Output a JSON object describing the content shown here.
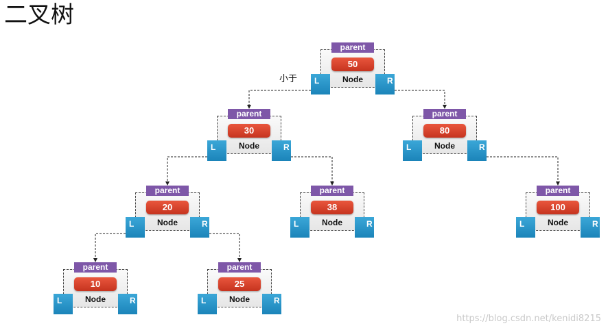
{
  "title": "二叉树",
  "note": "小于",
  "watermark": "https://blog.csdn.net/kenidi8215",
  "node_parent_label": "parent",
  "node_type_label": "Node",
  "left_label": "L",
  "right_label": "R",
  "nodes": [
    {
      "id": "n50",
      "value": "50"
    },
    {
      "id": "n30",
      "value": "30"
    },
    {
      "id": "n80",
      "value": "80"
    },
    {
      "id": "n20",
      "value": "20"
    },
    {
      "id": "n38",
      "value": "38"
    },
    {
      "id": "n100",
      "value": "100"
    },
    {
      "id": "n10",
      "value": "10"
    },
    {
      "id": "n25",
      "value": "25"
    }
  ],
  "edges": [
    {
      "from": "n50",
      "side": "L",
      "to": "n30"
    },
    {
      "from": "n50",
      "side": "R",
      "to": "n80"
    },
    {
      "from": "n30",
      "side": "L",
      "to": "n20"
    },
    {
      "from": "n30",
      "side": "R",
      "to": "n38"
    },
    {
      "from": "n80",
      "side": "R",
      "to": "n100"
    },
    {
      "from": "n20",
      "side": "L",
      "to": "n10"
    },
    {
      "from": "n20",
      "side": "R",
      "to": "n25"
    }
  ],
  "colors": {
    "parent_tag": "#7e57a8",
    "value_box": "#d4432b",
    "child_box": "#2a95c9"
  }
}
